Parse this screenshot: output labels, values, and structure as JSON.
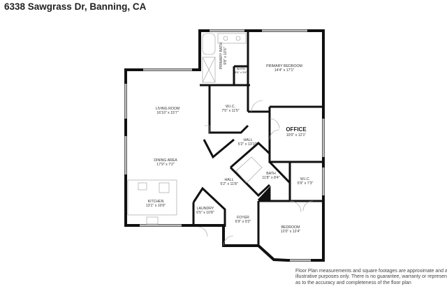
{
  "title": "6338 Sawgrass Dr, Banning, CA",
  "rooms": {
    "primary_bedroom": {
      "name": "PRIMARY BEDROOM",
      "dims": "14'4\" x 17'1\""
    },
    "primary_bath": {
      "name": "PRIMARY BATH",
      "dims": "9'8\" x 10'6\""
    },
    "bath_small": {
      "name": "BATH",
      "dims": "5'8\" x 3'6\""
    },
    "wic_primary": {
      "name": "W.I.C.",
      "dims": "7'5\" x 11'5\""
    },
    "living_room": {
      "name": "LIVING ROOM",
      "dims": "16'10\" x 15'7\""
    },
    "office": {
      "name": "OFFICE",
      "dims": "10'0\" x 12'1\""
    },
    "hall_upper": {
      "name": "HALL",
      "dims": "5'2\" x 13'10\""
    },
    "dining_area": {
      "name": "DINING AREA",
      "dims": "17'9\" x 7'2\""
    },
    "bath_center": {
      "name": "BATH",
      "dims": "11'8\" x 8'4\""
    },
    "wic_bedroom": {
      "name": "W.I.C.",
      "dims": "5'9\" x 7'3\""
    },
    "hall_lower": {
      "name": "HALL",
      "dims": "5'2\" x 11'8\""
    },
    "kitchen": {
      "name": "KITCHEN",
      "dims": "13'1\" x 10'0\""
    },
    "laundry": {
      "name": "LAUNDRY",
      "dims": "6'5\" x 10'8\""
    },
    "foyer": {
      "name": "FOYER",
      "dims": "6'9\" x 9'2\""
    },
    "bedroom": {
      "name": "BEDROOM",
      "dims": "12'0\" x 12'4\""
    }
  },
  "disclaimer": [
    "Floor Plan measurements and square footages are approximate and are for",
    "illustrative purposes only. There is no guarantee, warranty or representation",
    "as to the accuracy and completeness of the floor plan"
  ],
  "colors": {
    "walls": "#111111",
    "windows": "#bbbbbb",
    "text": "#333333"
  }
}
